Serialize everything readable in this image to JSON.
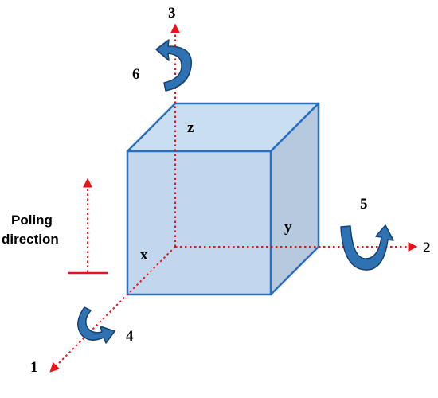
{
  "axes": {
    "axis_1": {
      "label": "1"
    },
    "axis_2": {
      "label": "2"
    },
    "axis_3": {
      "label": "3"
    }
  },
  "rotations": {
    "rot_4": {
      "label": "4"
    },
    "rot_5": {
      "label": "5"
    },
    "rot_6": {
      "label": "6"
    }
  },
  "faces": {
    "x": "x",
    "y": "y",
    "z": "z"
  },
  "poling": {
    "line1": "Poling",
    "line2": "direction"
  },
  "colors": {
    "axis": "#e8141a",
    "cube_front": "#c2d7ee",
    "cube_top": "#cadef2",
    "cube_side": "#b7c9df",
    "cube_edge": "#2a6fbd",
    "arrow_fill": "#2e72b3",
    "arrow_stroke": "#17406e",
    "poling_arrow": "#e8141a"
  }
}
